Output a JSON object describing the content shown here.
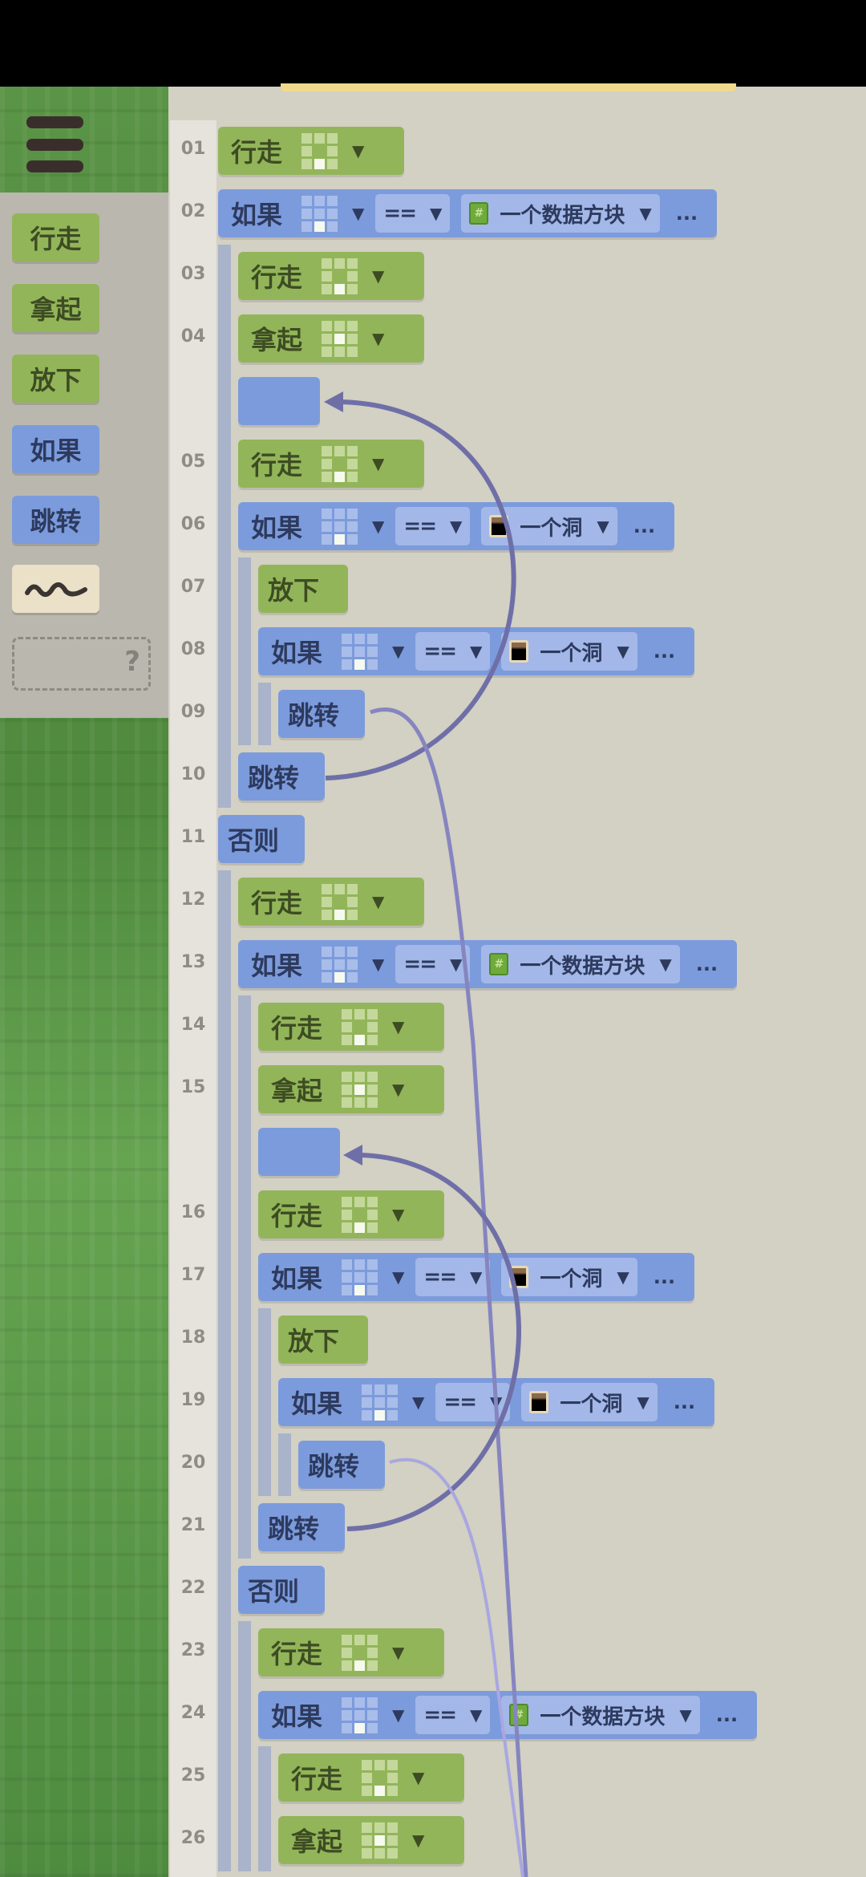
{
  "sidebar": {
    "menu_icon": "hamburger-icon",
    "palette": [
      {
        "label": "行走",
        "color": "green"
      },
      {
        "label": "拿起",
        "color": "green"
      },
      {
        "label": "放下",
        "color": "green"
      },
      {
        "label": "如果",
        "color": "blue"
      },
      {
        "label": "跳转",
        "color": "blue"
      }
    ],
    "comment_icon": "squiggle-icon",
    "unknown_slot": "?"
  },
  "labels": {
    "eq": "==",
    "more": "...",
    "cube_glyph": "#"
  },
  "program": {
    "rows": [
      {
        "num": "01",
        "kind": "walk",
        "cmd": "行走",
        "indent": 0
      },
      {
        "num": "02",
        "kind": "if",
        "cmd": "如果",
        "indent": 0,
        "op": "==",
        "target": "一个数据方块",
        "icon": "cube"
      },
      {
        "num": "03",
        "kind": "walk",
        "cmd": "行走",
        "indent": 1
      },
      {
        "num": "04",
        "kind": "pick",
        "cmd": "拿起",
        "indent": 1
      },
      {
        "num": "",
        "kind": "anchor",
        "indent": 1
      },
      {
        "num": "05",
        "kind": "walk",
        "cmd": "行走",
        "indent": 1
      },
      {
        "num": "06",
        "kind": "if",
        "cmd": "如果",
        "indent": 1,
        "op": "==",
        "target": "一个洞",
        "icon": "hole"
      },
      {
        "num": "07",
        "kind": "drop",
        "cmd": "放下",
        "indent": 2
      },
      {
        "num": "08",
        "kind": "if",
        "cmd": "如果",
        "indent": 2,
        "op": "==",
        "target": "一个洞",
        "icon": "hole"
      },
      {
        "num": "09",
        "kind": "jump",
        "cmd": "跳转",
        "indent": 3
      },
      {
        "num": "10",
        "kind": "jump",
        "cmd": "跳转",
        "indent": 1
      },
      {
        "num": "11",
        "kind": "else",
        "cmd": "否则",
        "indent": 0
      },
      {
        "num": "12",
        "kind": "walk",
        "cmd": "行走",
        "indent": 1
      },
      {
        "num": "13",
        "kind": "if",
        "cmd": "如果",
        "indent": 1,
        "op": "==",
        "target": "一个数据方块",
        "icon": "cube"
      },
      {
        "num": "14",
        "kind": "walk",
        "cmd": "行走",
        "indent": 2
      },
      {
        "num": "15",
        "kind": "pick",
        "cmd": "拿起",
        "indent": 2
      },
      {
        "num": "",
        "kind": "anchor",
        "indent": 2
      },
      {
        "num": "16",
        "kind": "walk",
        "cmd": "行走",
        "indent": 2
      },
      {
        "num": "17",
        "kind": "if",
        "cmd": "如果",
        "indent": 2,
        "op": "==",
        "target": "一个洞",
        "icon": "hole"
      },
      {
        "num": "18",
        "kind": "drop",
        "cmd": "放下",
        "indent": 3
      },
      {
        "num": "19",
        "kind": "if",
        "cmd": "如果",
        "indent": 3,
        "op": "==",
        "target": "一个洞",
        "icon": "hole"
      },
      {
        "num": "20",
        "kind": "jump",
        "cmd": "跳转",
        "indent": 4
      },
      {
        "num": "21",
        "kind": "jump",
        "cmd": "跳转",
        "indent": 2
      },
      {
        "num": "22",
        "kind": "else",
        "cmd": "否则",
        "indent": 1
      },
      {
        "num": "23",
        "kind": "walk",
        "cmd": "行走",
        "indent": 2
      },
      {
        "num": "24",
        "kind": "if",
        "cmd": "如果",
        "indent": 2,
        "op": "==",
        "target": "一个数据方块",
        "icon": "cube"
      },
      {
        "num": "25",
        "kind": "walk",
        "cmd": "行走",
        "indent": 3
      },
      {
        "num": "26",
        "kind": "pick",
        "cmd": "拿起",
        "indent": 3
      }
    ]
  },
  "colors": {
    "green_block": "#93b55a",
    "blue_block": "#7c9bdc",
    "jump_line": "#6f6fa8",
    "jump_line_light": "#a9a7e0"
  }
}
